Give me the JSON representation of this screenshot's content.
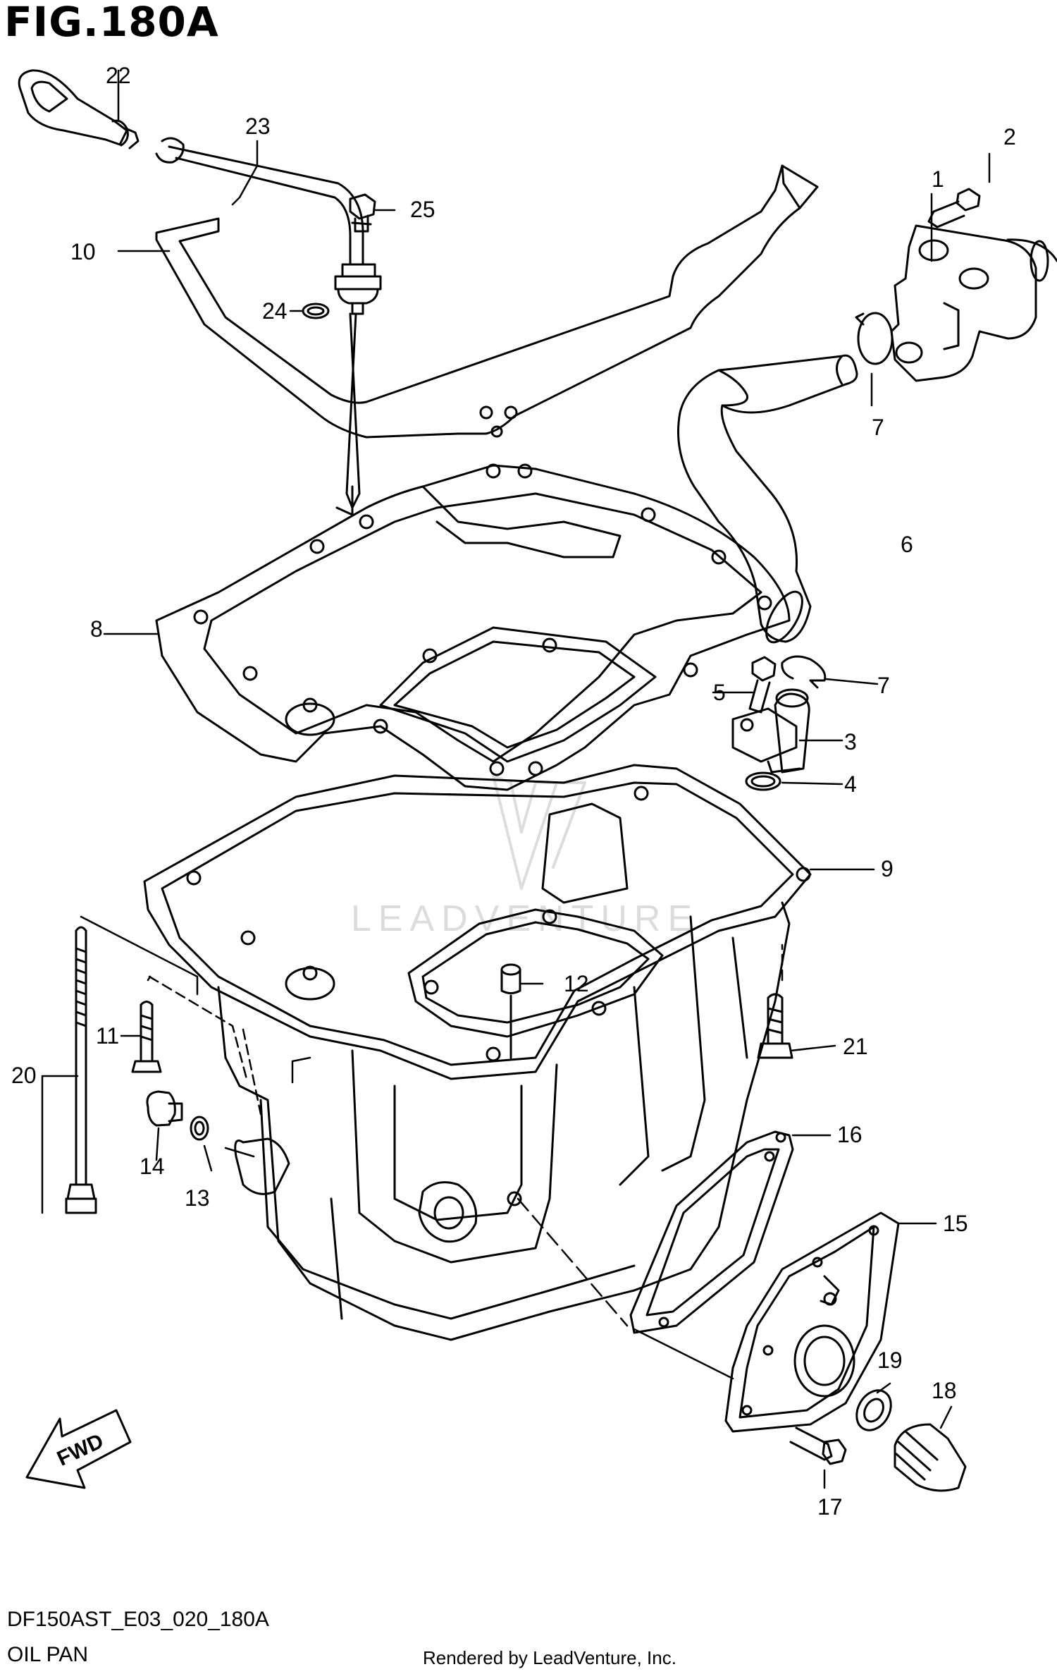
{
  "figure": {
    "title": "FIG.180A",
    "model_code": "DF150AST_E03_020_180A",
    "section_name": "OIL PAN",
    "credit": "Rendered by LeadVenture, Inc.",
    "watermark": "LEADVENTURE",
    "fwd_label": "FWD"
  },
  "callouts": [
    {
      "id": "c1",
      "label": "1"
    },
    {
      "id": "c2",
      "label": "2"
    },
    {
      "id": "c3",
      "label": "3"
    },
    {
      "id": "c4",
      "label": "4"
    },
    {
      "id": "c5",
      "label": "5"
    },
    {
      "id": "c6",
      "label": "6"
    },
    {
      "id": "c7a",
      "label": "7"
    },
    {
      "id": "c7b",
      "label": "7"
    },
    {
      "id": "c8",
      "label": "8"
    },
    {
      "id": "c9",
      "label": "9"
    },
    {
      "id": "c10",
      "label": "10"
    },
    {
      "id": "c11",
      "label": "11"
    },
    {
      "id": "c12",
      "label": "12"
    },
    {
      "id": "c13",
      "label": "13"
    },
    {
      "id": "c14",
      "label": "14"
    },
    {
      "id": "c15",
      "label": "15"
    },
    {
      "id": "c16",
      "label": "16"
    },
    {
      "id": "c17",
      "label": "17"
    },
    {
      "id": "c18",
      "label": "18"
    },
    {
      "id": "c19",
      "label": "19"
    },
    {
      "id": "c20",
      "label": "20"
    },
    {
      "id": "c21",
      "label": "21"
    },
    {
      "id": "c22",
      "label": "22"
    },
    {
      "id": "c23",
      "label": "23"
    },
    {
      "id": "c24",
      "label": "24"
    },
    {
      "id": "c25",
      "label": "25"
    }
  ],
  "colors": {
    "ink": "#000000",
    "paper": "#ffffff",
    "watermark": "#d9d9d9"
  }
}
